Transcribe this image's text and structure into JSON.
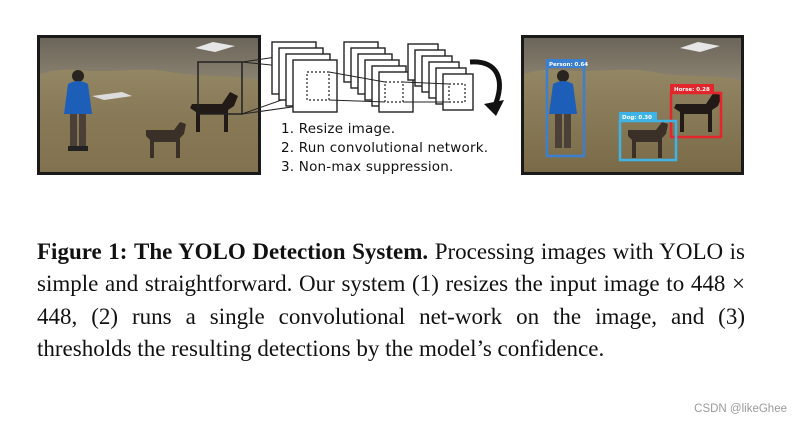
{
  "steps": {
    "one": "1. Resize image.",
    "two": "2. Run convolutional network.",
    "three": "3. Non-max suppression."
  },
  "detections": {
    "person": "Person: 0.64",
    "horse": "Horse: 0.28",
    "dog": "Dog: 0.30"
  },
  "caption": {
    "label": "Figure 1:",
    "title": "The YOLO Detection System.",
    "body_1": "Processing images with YOLO is simple and straightforward. Our system (1) resizes the input image to 448 ",
    "times": "×",
    "body_2": " 448, (2) runs a single convolutional net-work on the image, and (3) thresholds the resulting detections by the model’s confidence."
  },
  "watermark": "CSDN @likeGhee",
  "colors": {
    "person_box": "#3b7fd1",
    "horse_box": "#e3262b",
    "dog_box": "#3fb3e6"
  }
}
